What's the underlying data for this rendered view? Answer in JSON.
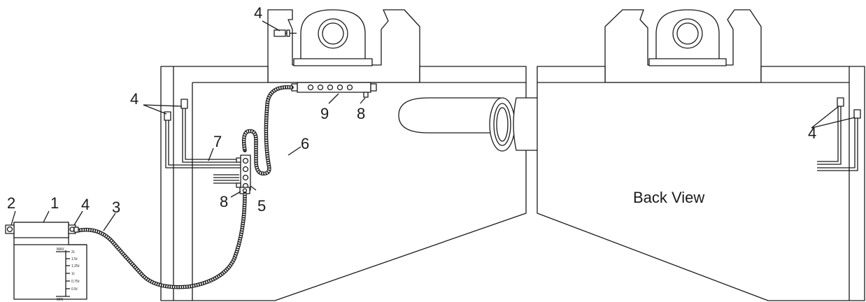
{
  "callouts": {
    "reservoir": "1",
    "cap": "2",
    "main_hose": "3",
    "sensor_top": "4",
    "sensor_left": "4",
    "sensor_reservoir": "4",
    "sensor_back": "4",
    "distribution_block": "5",
    "upper_hose": "6",
    "feed_line": "7",
    "fitting_lower": "8",
    "fitting_upper": "8",
    "manifold": "9"
  },
  "back_view_caption": "Back View",
  "reservoir_scale": {
    "max": "MAX",
    "min": "MIN",
    "levels": [
      "2ℓ",
      "1.5ℓ",
      "1.25ℓ",
      "1ℓ",
      "0.75ℓ",
      "0.5ℓ"
    ]
  }
}
